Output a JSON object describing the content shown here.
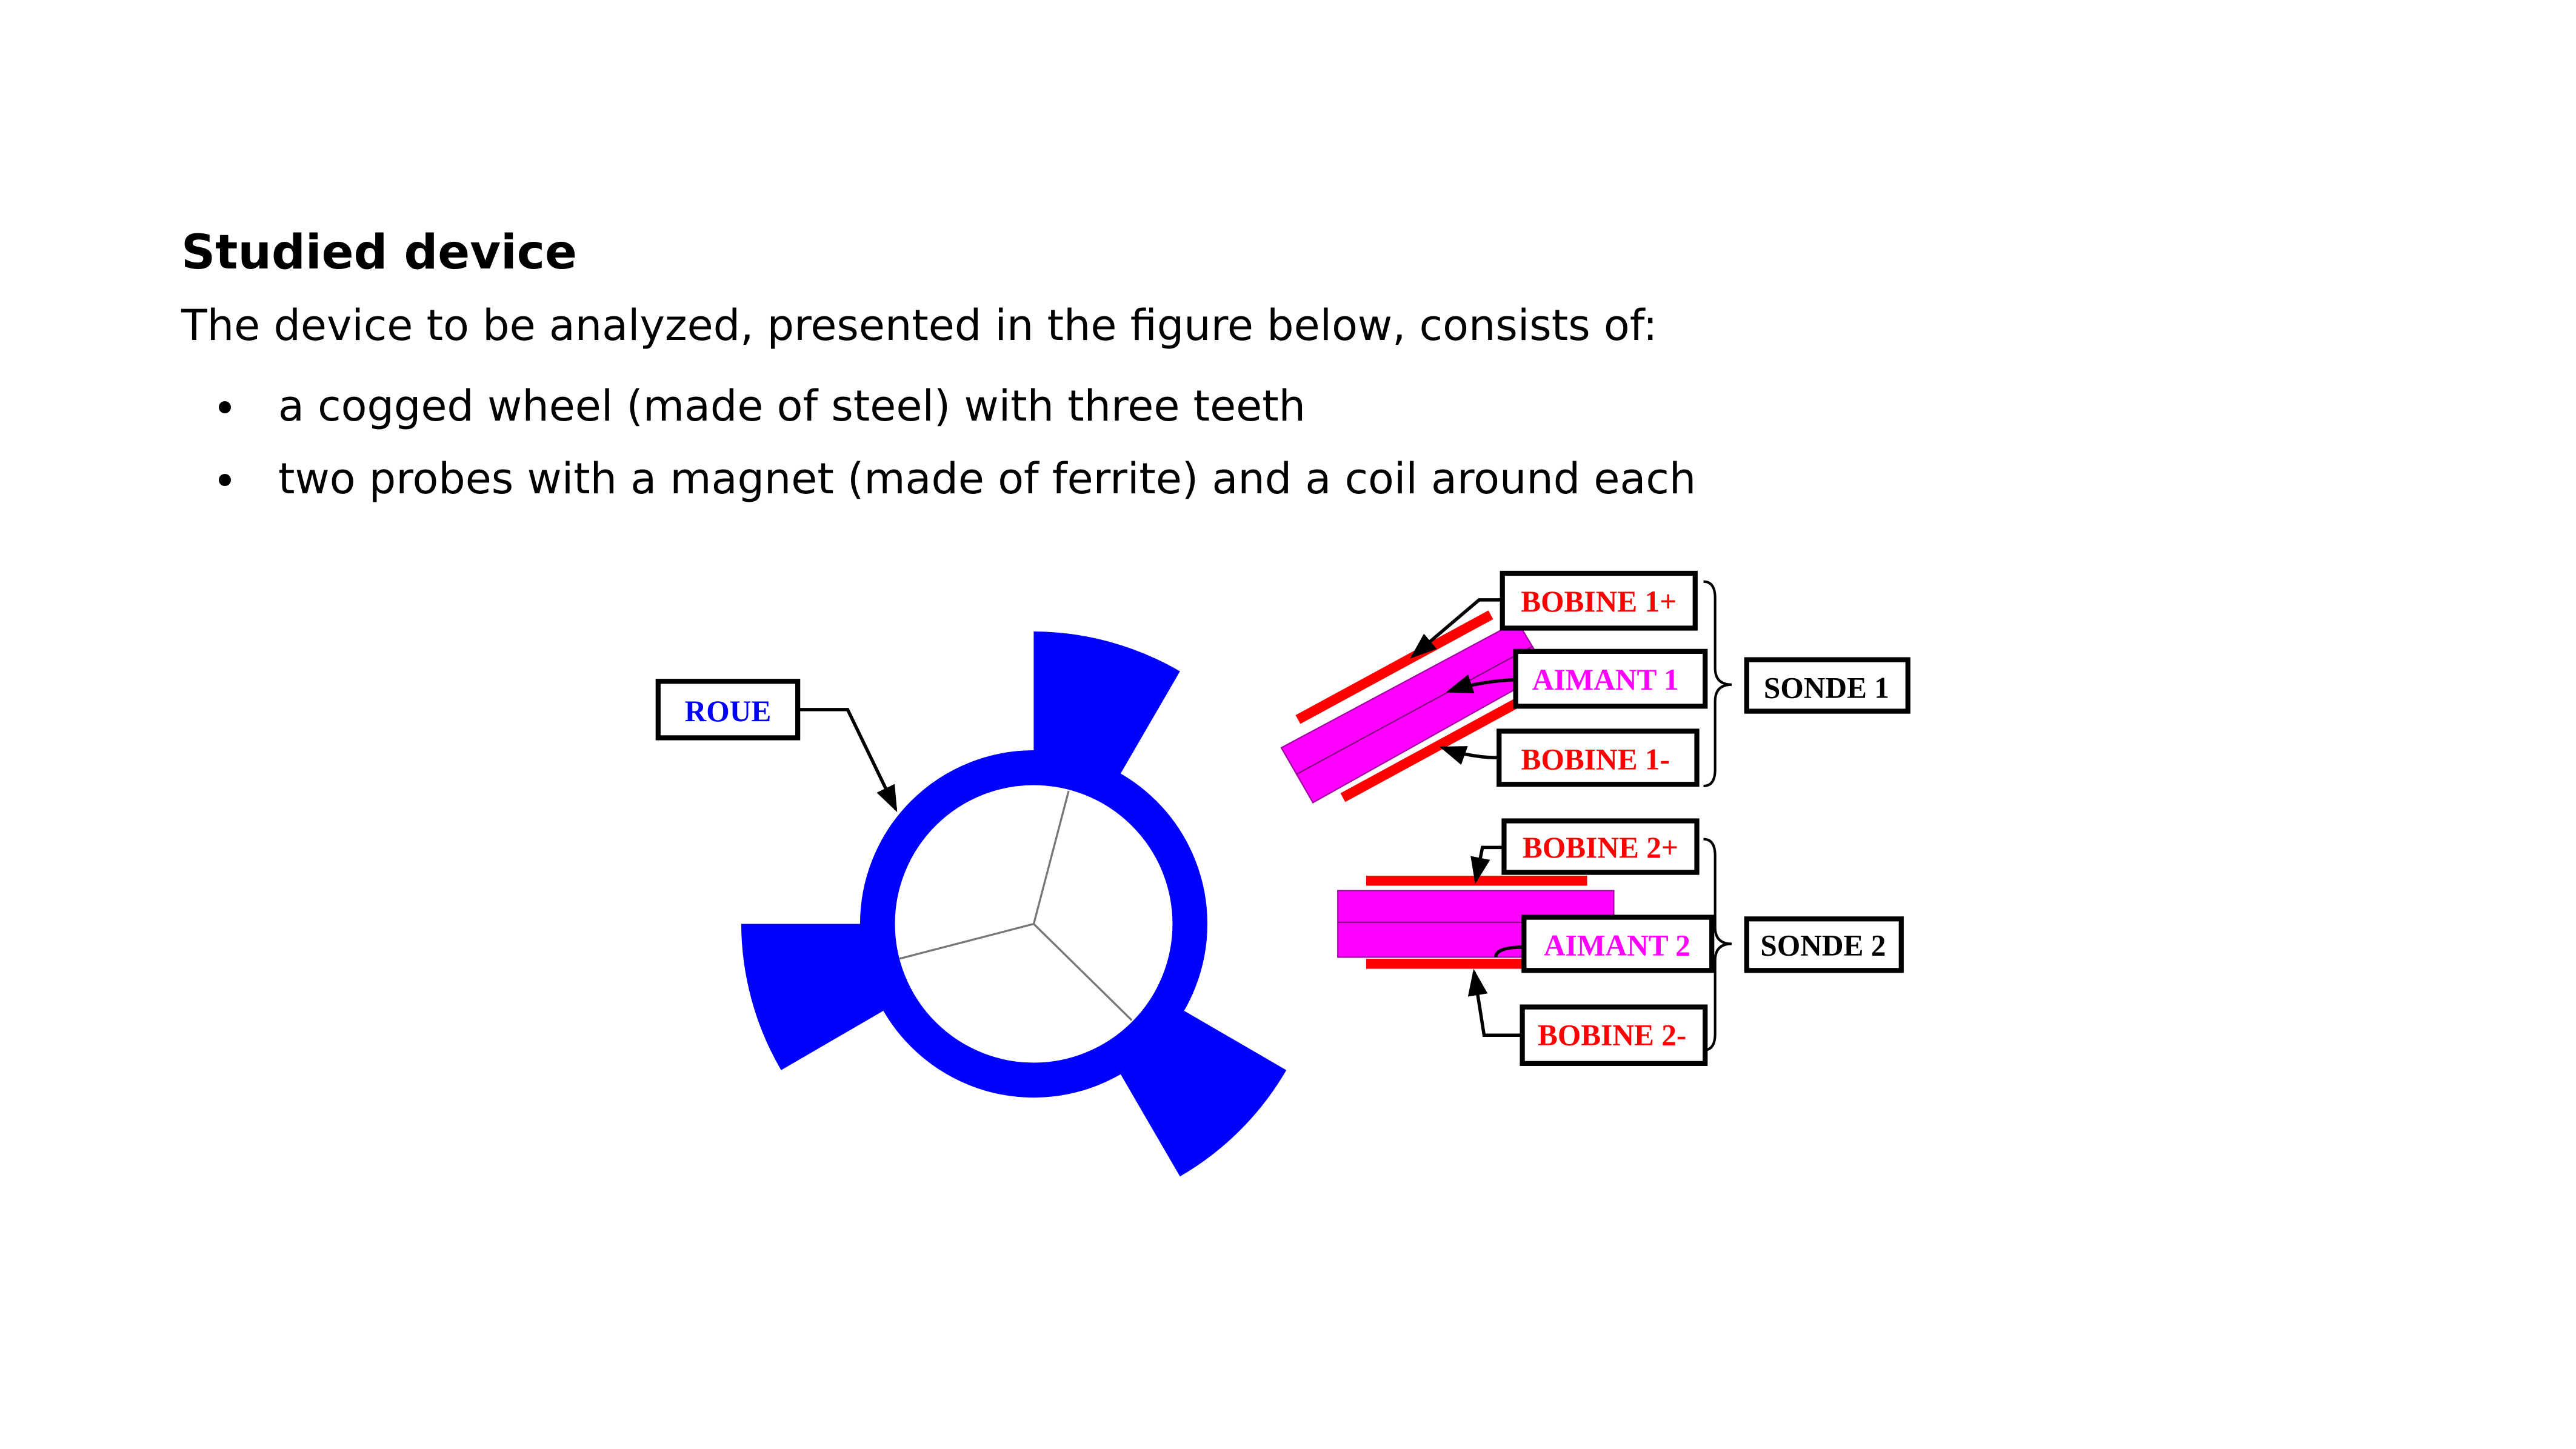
{
  "section": {
    "title": "Studied device",
    "intro": "The device to be analyzed, presented in the figure below, consists of:",
    "bullets": [
      "a cogged wheel (made of steel) with three teeth",
      "two probes with a magnet (made of ferrite) and a coil around each"
    ]
  },
  "figure": {
    "labels": {
      "roue": "ROUE",
      "bobine1p": "BOBINE 1+",
      "aimant1": "AIMANT 1",
      "bobine1m": "BOBINE 1-",
      "sonde1": "SONDE 1",
      "bobine2p": "BOBINE 2+",
      "aimant2": "AIMANT 2",
      "bobine2m": "BOBINE 2-",
      "sonde2": "SONDE 2"
    },
    "colors": {
      "wheel": "#0000ff",
      "magnet": "#ff00ff",
      "coil": "#ff0000"
    }
  }
}
